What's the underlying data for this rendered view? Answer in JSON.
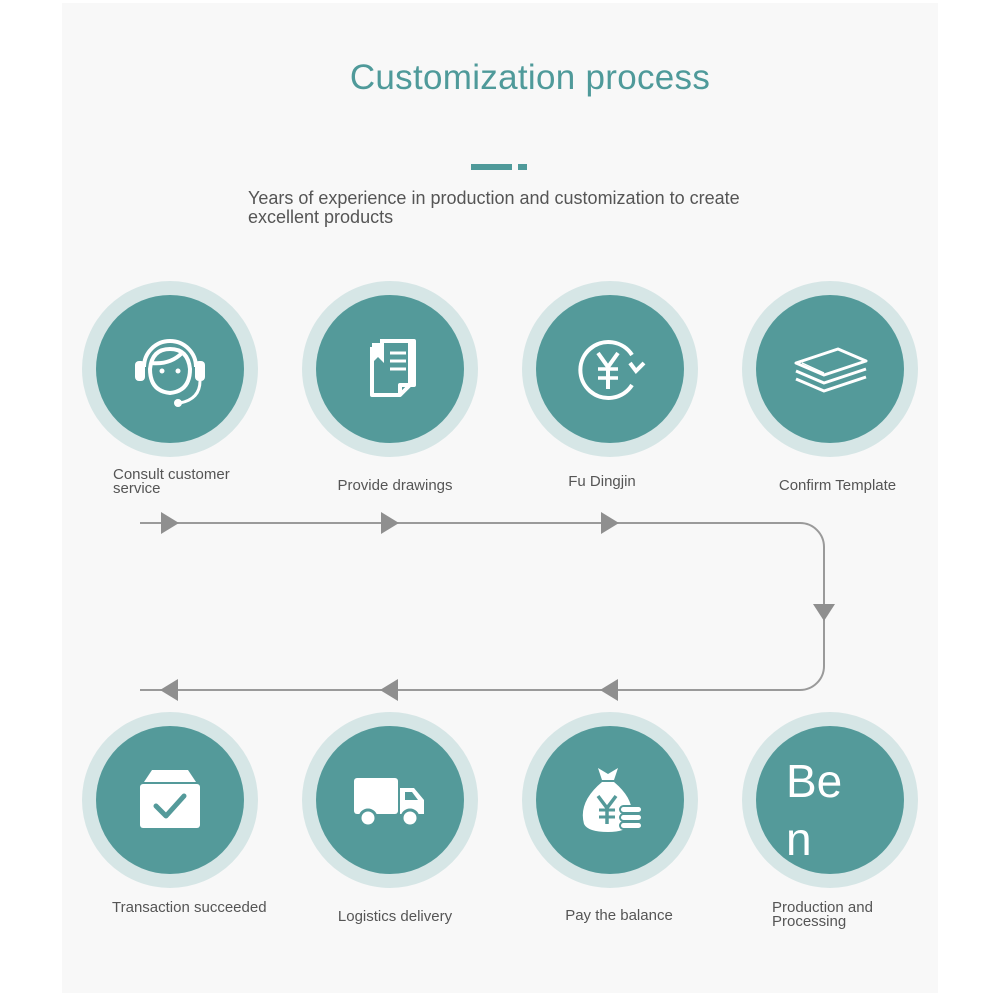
{
  "header": {
    "title": "Customization process",
    "subtitle": "Years of experience in production and customization to create excellent products"
  },
  "colors": {
    "accent": "#549a9a",
    "ring": "#d6e6e6",
    "line": "#999999",
    "text": "#555555"
  },
  "steps": [
    {
      "label": "Consult customer service",
      "icon": "customer-service-headset-icon"
    },
    {
      "label": "Provide drawings",
      "icon": "document-drawings-icon"
    },
    {
      "label": "Fu Dingjin",
      "icon": "yen-payment-icon"
    },
    {
      "label": "Confirm Template",
      "icon": "stacked-layers-icon"
    },
    {
      "label": "Production and Processing",
      "icon_text": "Be n"
    },
    {
      "label": "Pay the balance",
      "icon": "money-bag-yen-icon"
    },
    {
      "label": "Logistics delivery",
      "icon": "delivery-truck-icon"
    },
    {
      "label": "Transaction succeeded",
      "icon": "box-checkmark-icon"
    }
  ]
}
